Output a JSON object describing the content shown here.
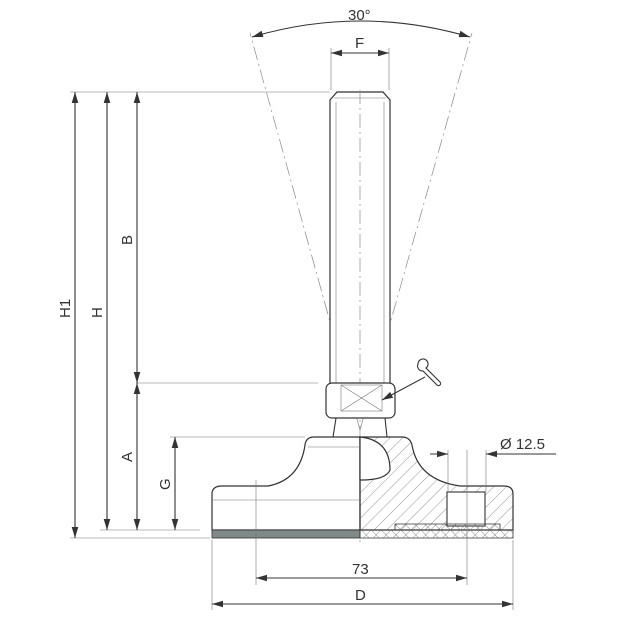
{
  "labels": {
    "angle": "30°",
    "thread": "F",
    "overall_height_1": "H1",
    "overall_height": "H",
    "stud_length": "B",
    "nut_height": "A",
    "base_height": "G",
    "hole_diameter": "Ø 12.5",
    "hole_spacing": "73",
    "base_diameter": "D"
  },
  "icons": [
    "wrench-icon"
  ],
  "colors": {
    "line": "#333333",
    "pad": "#7f8a88"
  }
}
